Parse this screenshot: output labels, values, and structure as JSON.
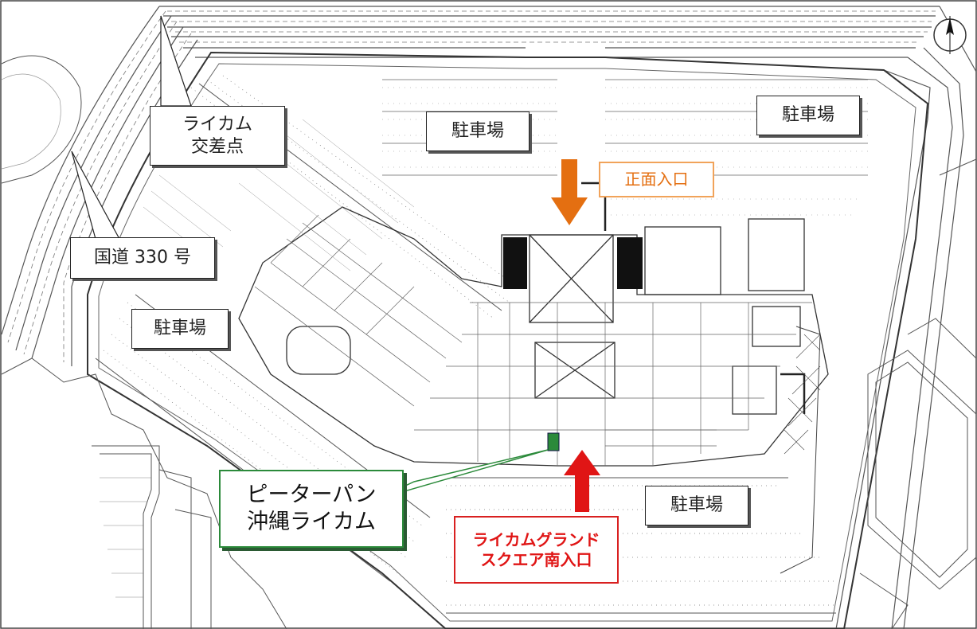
{
  "labels": {
    "raikamu_intersection": [
      "ライカム",
      "交差点"
    ],
    "route_330": "国道 330 号",
    "parking_top_center": "駐車場",
    "parking_top_right": "駐車場",
    "parking_left": "駐車場",
    "parking_bottom_right": "駐車場",
    "main_entrance": "正面入口",
    "south_entrance": [
      "ライカムグランド",
      "スクエア南入口"
    ],
    "shop": [
      "ピーターパン",
      "沖縄ライカム"
    ]
  },
  "colors": {
    "main_entrance_arrow": "#e46f11",
    "south_entrance_arrow": "#e01515",
    "shop_marker": "#2b8a3a",
    "map_lines": "#555555"
  },
  "icons": {
    "compass": "north-arrow-icon"
  }
}
